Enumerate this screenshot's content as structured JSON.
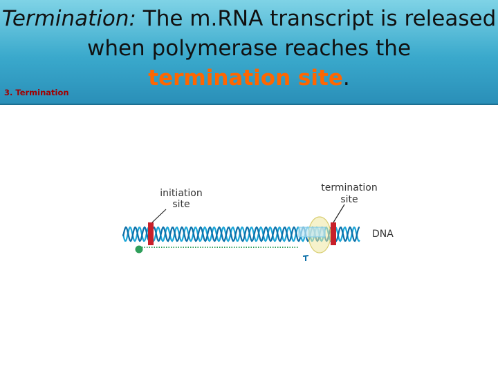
{
  "header": {
    "title_lead": "Termination:",
    "title_rest": "The m.RNA transcript is released when polymerase reaches the",
    "title_highlight": "termination site",
    "title_end": ".",
    "step_label": "3. Termination"
  },
  "diagram": {
    "labels": {
      "initiation_line1": "initiation",
      "initiation_line2": "site",
      "termination_line1": "termination",
      "termination_line2": "site",
      "dna": "DNA"
    },
    "colors": {
      "header_top": "#7fd3e6",
      "header_bottom": "#2a8fb8",
      "highlight": "#ff6600",
      "strand_a": "#1aa6d8",
      "strand_b": "#0b6fa8",
      "site_marker": "#c8202a",
      "rna": "#2e9e5a",
      "polymerase": "#e8e08a"
    }
  }
}
